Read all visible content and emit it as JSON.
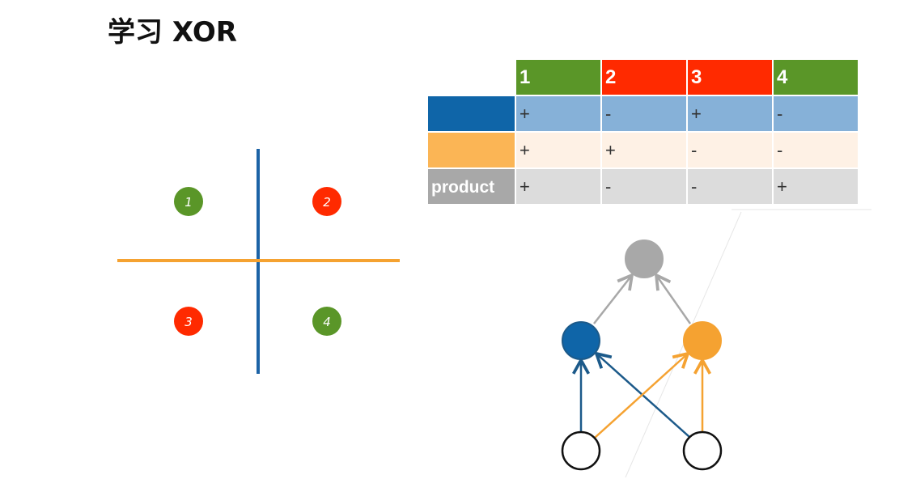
{
  "slide": {
    "title": "学习 XOR"
  },
  "colors": {
    "green": "#5a9628",
    "red": "#ff2a00",
    "blue": "#0f65a8",
    "orange": "#f5a231",
    "gray": "#a8a8a8",
    "light_blue": "#86b1d8",
    "light_orange": "#fef1e5",
    "light_gray": "#dcdcdc"
  },
  "quadrants": [
    {
      "label": "1",
      "color": "#5a9628"
    },
    {
      "label": "2",
      "color": "#ff2a00"
    },
    {
      "label": "3",
      "color": "#ff2a00"
    },
    {
      "label": "4",
      "color": "#5a9628"
    }
  ],
  "table": {
    "columns": [
      {
        "label": "1",
        "color": "#5a9628"
      },
      {
        "label": "2",
        "color": "#ff2a00"
      },
      {
        "label": "3",
        "color": "#ff2a00"
      },
      {
        "label": "4",
        "color": "#5a9628"
      }
    ],
    "rows": [
      {
        "key": "blue",
        "label": "",
        "header_color": "#0f65a8",
        "cell_color": "#86b1d8",
        "values": [
          "+",
          "-",
          "+",
          "-"
        ]
      },
      {
        "key": "orange",
        "label": "",
        "header_color": "#fbb555",
        "cell_color": "#fef1e5",
        "values": [
          "+",
          "+",
          "-",
          "-"
        ]
      },
      {
        "key": "product",
        "label": "product",
        "header_color": "#a8a8a8",
        "cell_color": "#dcdcdc",
        "values": [
          "+",
          "-",
          "-",
          "+"
        ]
      }
    ]
  },
  "network": {
    "output_node_color": "#a8a8a8",
    "hidden_node_colors": [
      "#0f65a8",
      "#f5a231"
    ],
    "input_node_color": "#ffffff"
  }
}
